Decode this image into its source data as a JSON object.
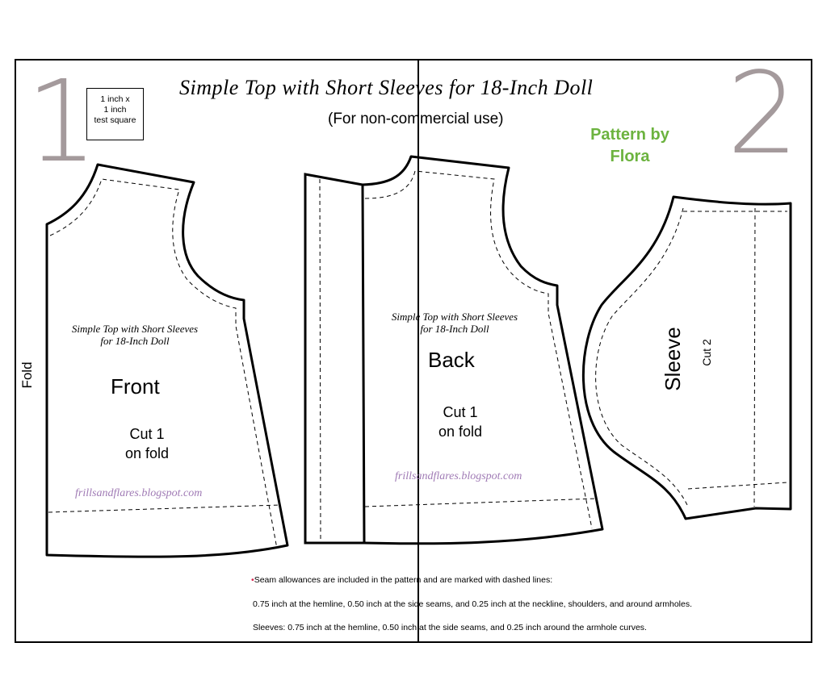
{
  "header": {
    "page_left": "1",
    "page_right": "2",
    "title": "Simple Top with Short Sleeves for 18-Inch Doll",
    "subtitle": "(For non-commercial use)",
    "credit_line1": "Pattern by",
    "credit_line2": "Flora",
    "test_square": [
      "1 inch  x",
      "1 inch",
      "test square"
    ]
  },
  "fold_label": "Fold",
  "pieces": {
    "front": {
      "title_line1": "Simple Top with Short Sleeves",
      "title_line2": "for 18-Inch Doll",
      "name": "Front",
      "cut_line1": "Cut 1",
      "cut_line2": "on fold",
      "blog": "frillsandflares.blogspot.com"
    },
    "back": {
      "title_line1": "Simple Top with Short Sleeves",
      "title_line2": "for 18-Inch Doll",
      "name": "Back",
      "cut_line1": "Cut 1",
      "cut_line2": "on fold",
      "blog": "frillsandflares.blogspot.com"
    },
    "sleeve": {
      "name": "Sleeve",
      "cut": "Cut 2"
    }
  },
  "notes": {
    "line1": "Seam allowances are included in the pattern and are marked with dashed lines:",
    "line2": "0.75 inch at the hemline, 0.50 inch at the side seams, and 0.25 inch at the neckline, shoulders, and around armholes.",
    "line3": "Sleeves: 0.75 inch at the hemline, 0.50 inch at the side seams, and 0.25 inch around the armhole curves."
  },
  "colors": {
    "page_number": "#a49a9c",
    "credit": "#6cb33f",
    "blog": "#a07bb5",
    "bullet": "#d9234d"
  }
}
